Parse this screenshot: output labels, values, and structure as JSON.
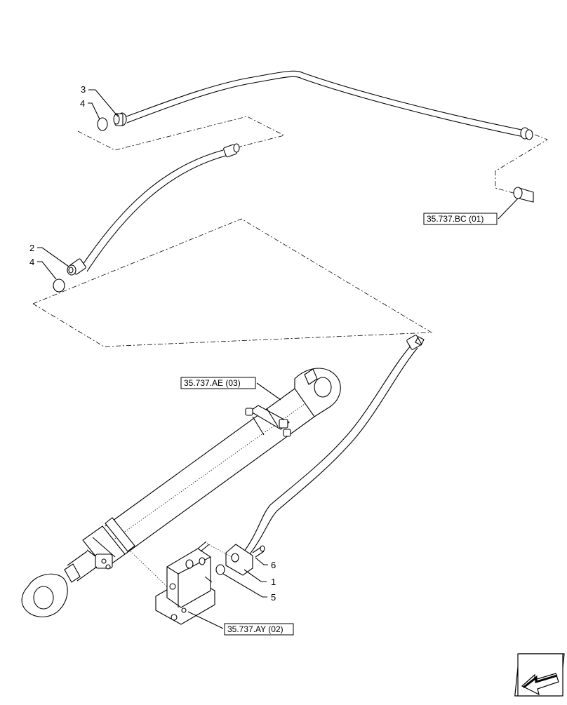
{
  "callouts": {
    "c1": "1",
    "c2": "2",
    "c3": "3",
    "c4a": "4",
    "c4b": "4",
    "c5": "5",
    "c6": "6"
  },
  "refs": {
    "bc": "35.737.BC (01)",
    "ae": "35.737.AE (03)",
    "ay": "35.737.AY (02)"
  },
  "nav": {
    "icon": "arrow-icon"
  }
}
